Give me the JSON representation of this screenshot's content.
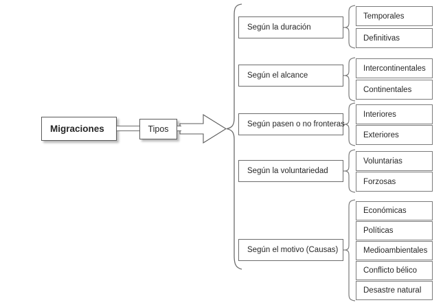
{
  "diagram": {
    "title": "Migraciones",
    "root": {
      "label": "Migraciones"
    },
    "connector": {
      "label": "Tipos"
    },
    "arrow_icon": "block-arrow-right-icon",
    "main_brace_icon": "large-curly-brace-icon",
    "colors": {
      "text": "#262626",
      "box_border": "#7f7f7f",
      "brace": "#6b6b6b",
      "background": "#ffffff"
    },
    "branches": [
      {
        "label": "Según la duración",
        "brace_icon": "curly-brace-icon",
        "items": [
          "Temporales",
          "Definitivas"
        ]
      },
      {
        "label": "Según el alcance",
        "brace_icon": "curly-brace-icon",
        "items": [
          "Intercontinentales",
          "Continentales"
        ]
      },
      {
        "label": "Según pasen o no fronteras",
        "brace_icon": "curly-brace-icon",
        "items": [
          "Interiores",
          "Exteriores"
        ]
      },
      {
        "label": "Según la voluntariedad",
        "brace_icon": "curly-brace-icon",
        "items": [
          "Voluntarias",
          "Forzosas"
        ]
      },
      {
        "label": "Según el motivo (Causas)",
        "brace_icon": "curly-brace-icon",
        "items": [
          "Económicas",
          "Políticas",
          "Medioambientales",
          "Conflicto bélico",
          "Desastre natural"
        ]
      }
    ]
  }
}
